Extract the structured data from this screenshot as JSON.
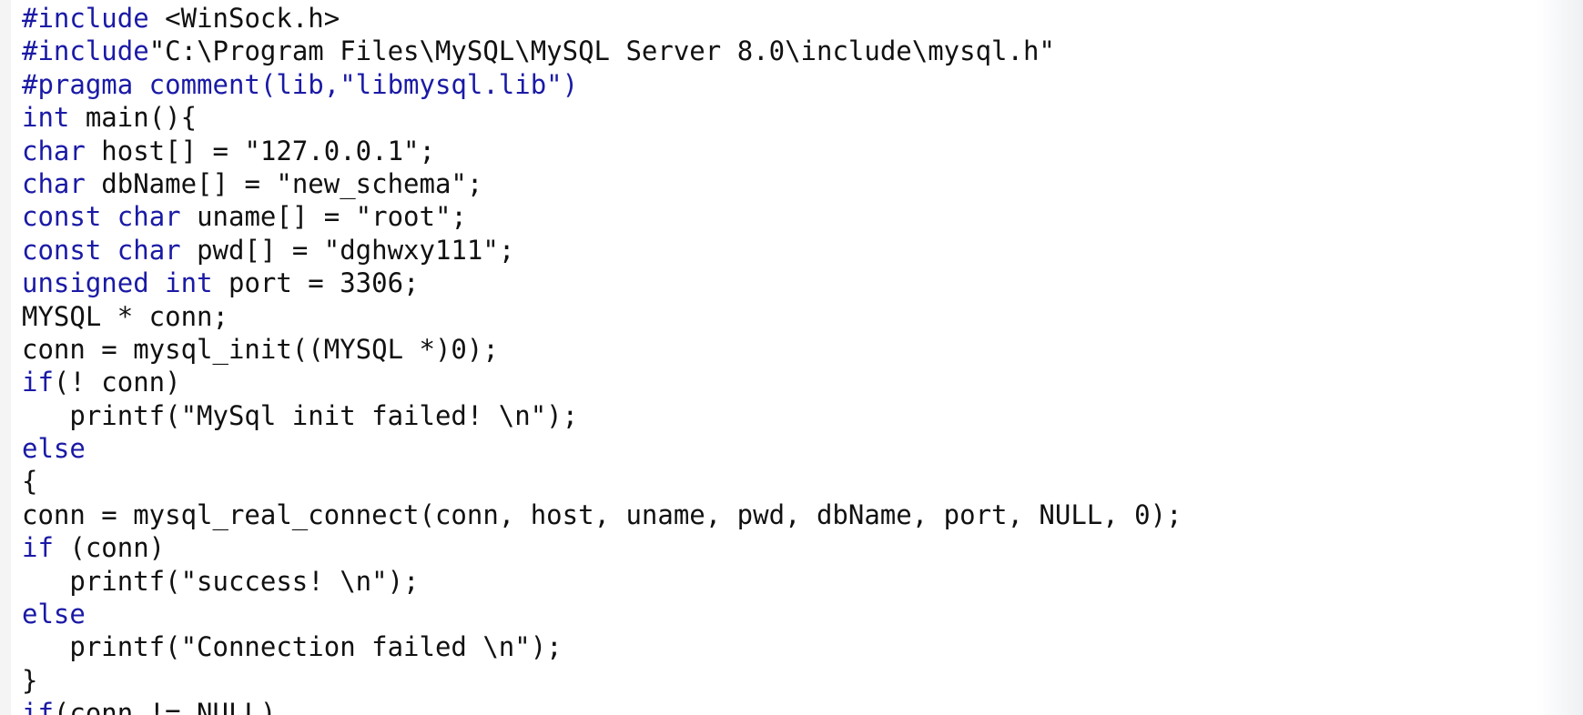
{
  "editor": {
    "theme": {
      "background": "#ffffff",
      "keyword_color": "#1a1aa6",
      "text_color": "#111111"
    },
    "lines": [
      [
        {
          "t": "#include",
          "k": "pp"
        },
        {
          "t": " <WinSock.h>",
          "k": "tx"
        }
      ],
      [
        {
          "t": "#include",
          "k": "pp"
        },
        {
          "t": "\"C:\\Program Files\\MySQL\\MySQL Server 8.0\\include\\mysql.h\"",
          "k": "tx"
        }
      ],
      [
        {
          "t": "#pragma comment(lib,\"libmysql.lib\")",
          "k": "pp"
        }
      ],
      [
        {
          "t": "int",
          "k": "kw"
        },
        {
          "t": " main(){",
          "k": "tx"
        }
      ],
      [
        {
          "t": "char",
          "k": "kw"
        },
        {
          "t": " host[] = \"127.0.0.1\";",
          "k": "tx"
        }
      ],
      [
        {
          "t": "char",
          "k": "kw"
        },
        {
          "t": " dbName[] = \"new_schema\";",
          "k": "tx"
        }
      ],
      [
        {
          "t": "const",
          "k": "kw"
        },
        {
          "t": " ",
          "k": "tx"
        },
        {
          "t": "char",
          "k": "kw"
        },
        {
          "t": " uname[] = \"root\";",
          "k": "tx"
        }
      ],
      [
        {
          "t": "const",
          "k": "kw"
        },
        {
          "t": " ",
          "k": "tx"
        },
        {
          "t": "char",
          "k": "kw"
        },
        {
          "t": " pwd[] = \"dghwxy111\";",
          "k": "tx"
        }
      ],
      [
        {
          "t": "unsigned",
          "k": "kw"
        },
        {
          "t": " ",
          "k": "tx"
        },
        {
          "t": "int",
          "k": "kw"
        },
        {
          "t": " port = 3306;",
          "k": "tx"
        }
      ],
      [
        {
          "t": "MYSQL * conn;",
          "k": "tx"
        }
      ],
      [
        {
          "t": "conn = mysql_init((MYSQL *)0);",
          "k": "tx"
        }
      ],
      [
        {
          "t": "if",
          "k": "kw"
        },
        {
          "t": "(! conn)",
          "k": "tx"
        }
      ],
      [
        {
          "t": "   printf(\"MySql init failed! \\n\");",
          "k": "tx"
        }
      ],
      [
        {
          "t": "else",
          "k": "kw"
        }
      ],
      [
        {
          "t": "{",
          "k": "tx"
        }
      ],
      [
        {
          "t": "conn = mysql_real_connect(conn, host, uname, pwd, dbName, port, NULL, 0);",
          "k": "tx"
        }
      ],
      [
        {
          "t": "if",
          "k": "kw"
        },
        {
          "t": " (conn)",
          "k": "tx"
        }
      ],
      [
        {
          "t": "   printf(\"success! \\n\");",
          "k": "tx"
        }
      ],
      [
        {
          "t": "else",
          "k": "kw"
        }
      ],
      [
        {
          "t": "   printf(\"Connection failed \\n\");",
          "k": "tx"
        }
      ],
      [
        {
          "t": "}",
          "k": "tx"
        }
      ],
      [
        {
          "t": "if",
          "k": "kw"
        },
        {
          "t": "(conn != NULL)",
          "k": "tx"
        }
      ]
    ]
  }
}
